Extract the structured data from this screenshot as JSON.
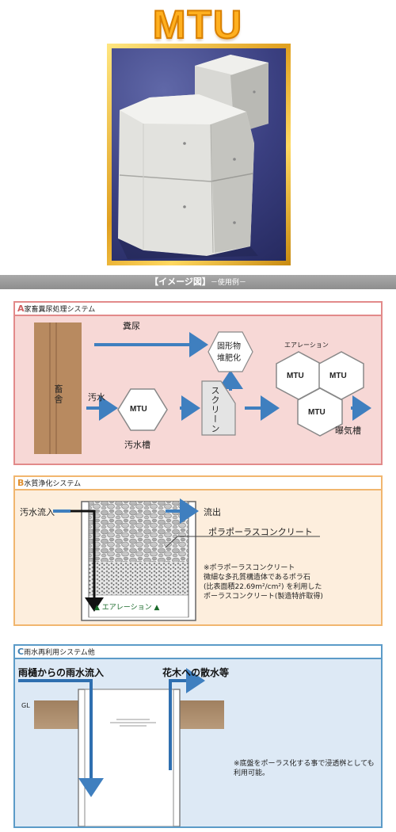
{
  "title": "MTU",
  "banner": {
    "main": "【イメージ図】",
    "sub": "－使用例－"
  },
  "colors": {
    "panel_a": "#f7d8d6",
    "panel_b": "#fdeedd",
    "panel_c": "#dde9f5",
    "arrow_blue": "#3f7fbf",
    "title_orange": "#ffb020"
  },
  "section_a": {
    "letter": "A",
    "title": "家畜糞尿処理システム",
    "livestock": "畜舎",
    "manure": "糞尿",
    "compost_line1": "固形物",
    "compost_line2": "堆肥化",
    "sewage": "汚水",
    "mtu_label": "MTU",
    "sewage_tank": "汚水槽",
    "screen": "スクリーン",
    "aeration": "エアレーション",
    "aeration_tank": "曝気槽"
  },
  "section_b": {
    "letter": "B",
    "title": "水質浄化システム",
    "inflow": "汚水流入",
    "outflow": "流出",
    "porous_label": "ポラポーラスコンクリート",
    "note_lines": [
      "※ポラポーラスコンクリート",
      "微細な多孔質構造体であるポラ石",
      "(比表面積22.69m²/cm²) を利用した",
      "ポーラスコンクリート(製造特許取得)"
    ],
    "aeration": "▲ エアレーション ▲"
  },
  "section_c": {
    "letter": "C",
    "title": "雨水再利用システム他",
    "rain_inflow": "雨樋からの雨水流入",
    "watering": "花木への散水等",
    "gl": "GL",
    "note_lines": [
      "※底盤をポーラス化する事で浸透桝としても",
      "利用可能。"
    ]
  }
}
